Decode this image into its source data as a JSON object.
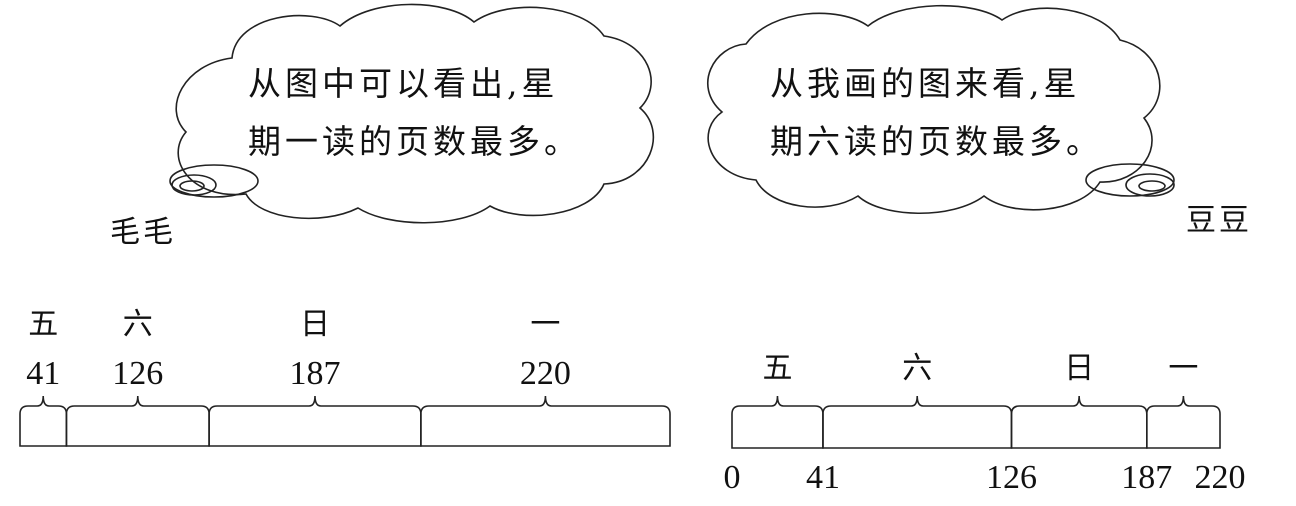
{
  "left_bubble": {
    "line1": "从图中可以看出,星",
    "line2": "期一读的页数最多。",
    "speaker": "毛毛"
  },
  "right_bubble": {
    "line1": "从我画的图来看,星",
    "line2": "期六读的页数最多。",
    "speaker": "豆豆"
  },
  "left_bar": {
    "segments": [
      {
        "day": "五",
        "value": "41",
        "pages": 41
      },
      {
        "day": "六",
        "value": "126",
        "pages": 126
      },
      {
        "day": "日",
        "value": "187",
        "pages": 187
      },
      {
        "day": "一",
        "value": "220",
        "pages": 220
      }
    ]
  },
  "right_bar": {
    "segments": [
      {
        "day": "五",
        "start": 0,
        "end": 41
      },
      {
        "day": "六",
        "start": 41,
        "end": 126
      },
      {
        "day": "日",
        "start": 126,
        "end": 187
      },
      {
        "day": "一",
        "start": 187,
        "end": 220
      }
    ],
    "ticks": [
      "0",
      "41",
      "126",
      "187",
      "220"
    ]
  }
}
